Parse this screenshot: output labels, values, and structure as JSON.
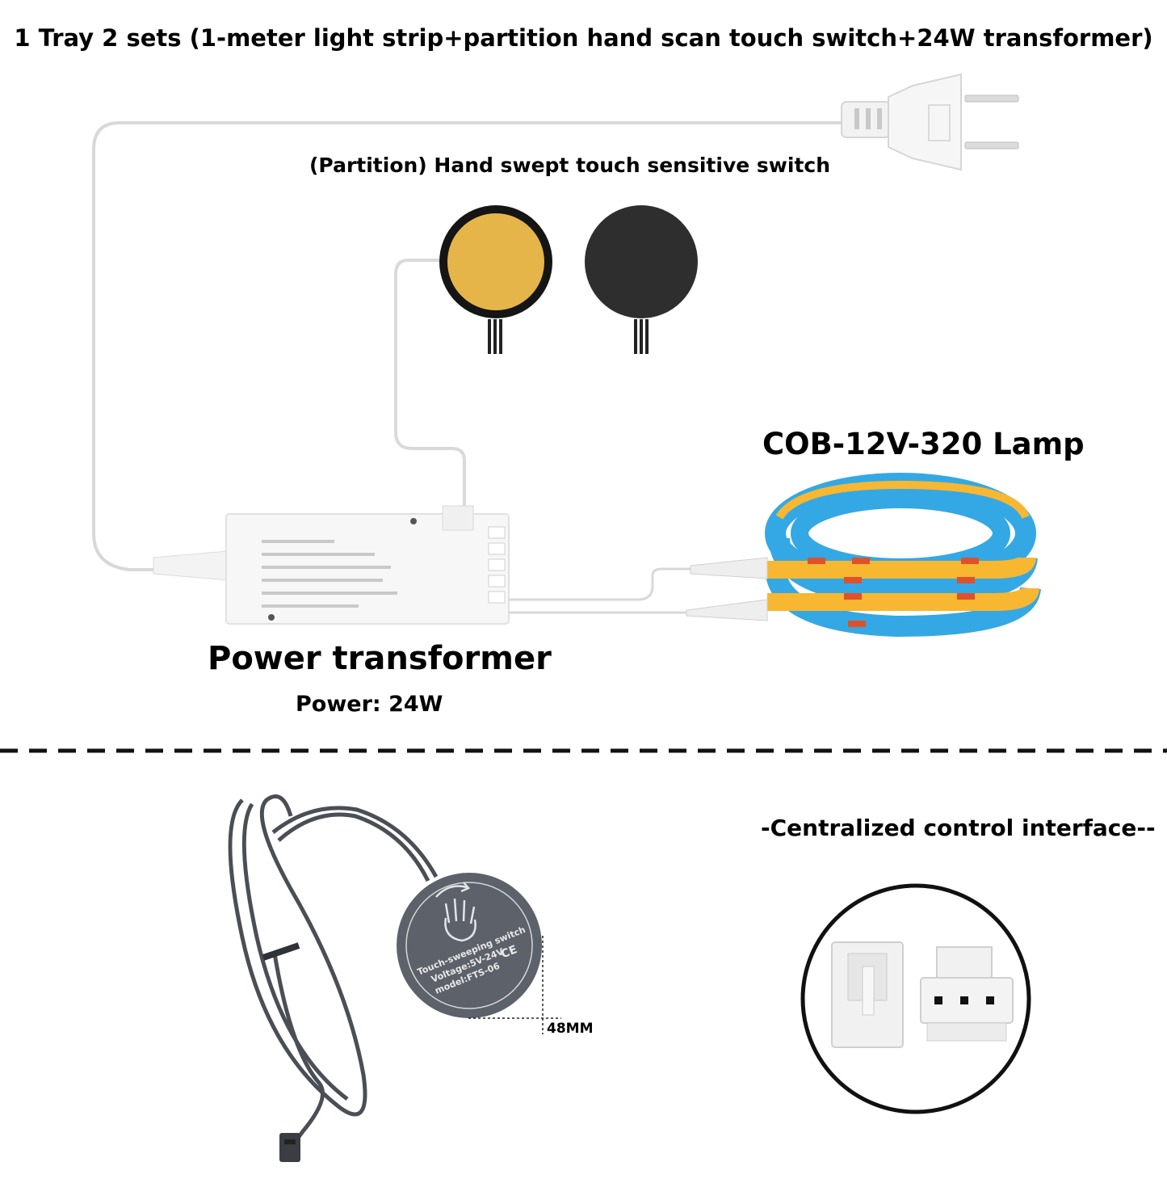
{
  "title": "1 Tray 2 sets (1-meter light strip+partition hand scan touch switch+24W transformer)",
  "switch_label": "(Partition) Hand swept touch sensitive switch",
  "lamp_label": "COB-12V-320 Lamp",
  "transformer": {
    "title": "Power transformer",
    "power": "Power: 24W"
  },
  "interface_label": "-Centralized control interface--",
  "switch_detail": {
    "line1": "Touch-sweeping switch",
    "line2": "Voltage:5V-24V",
    "line3": "model:FTS-06",
    "ce": "CE",
    "dimension": "48MM"
  },
  "colors": {
    "strip_blue": "#34a8e4",
    "strip_yellow": "#f7b731",
    "switch_yellow": "#e6b54a",
    "switch_black": "#2e2e2e",
    "switch_gray": "#5d6169"
  }
}
